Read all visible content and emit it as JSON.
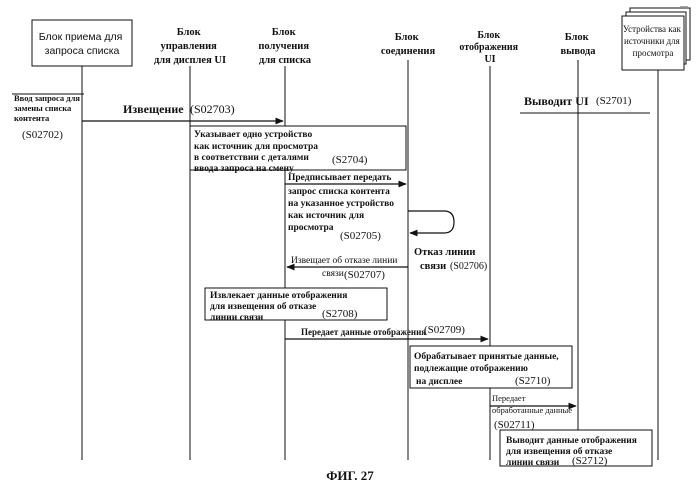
{
  "blocks": {
    "list_request": [
      "Блок приема для",
      "запроса списка"
    ],
    "ui_control": [
      "Блок",
      "управления",
      "для дисплея UI"
    ],
    "list_acquire": [
      "Блок",
      "получения",
      "для списка"
    ],
    "connection": [
      "Блок",
      "соединения"
    ],
    "display": [
      "Блок",
      "отображения",
      "UI"
    ],
    "output": [
      "Блок",
      "вывода"
    ],
    "devices": [
      "Устройства как",
      "источники для",
      "просмотра"
    ]
  },
  "steps": {
    "input_request": [
      "Ввод запроса для",
      "замены списка",
      "контента"
    ],
    "input_request_id": "(S02702)",
    "notify": "Извещение",
    "notify_id": "(S02703)",
    "outputs_ui": "Выводит UI",
    "outputs_ui_id": "(S2701)",
    "designate": [
      "Указывает одно устройство",
      "как источник для просмотра",
      "в соответствии с деталями",
      "ввода запроса на смену"
    ],
    "designate_id": "(S2704)",
    "instruct": [
      "Предписывает передать",
      "запрос списка контента",
      "на указанное устройство",
      "как источник для",
      "просмотра"
    ],
    "instruct_id": "(S02705)",
    "link_failure": [
      "Отказ линии",
      "связи"
    ],
    "link_failure_id": "(S02706)",
    "notify_failure": [
      "Извещает об отказе линии",
      "связи"
    ],
    "notify_failure_id": "(S02707)",
    "extract": [
      "Извлекает данные отображения",
      "для извещения об отказе",
      "линии связи"
    ],
    "extract_id": "(S2708)",
    "send_display": "Передает данные отображения",
    "send_display_id": "(S02709)",
    "process": [
      "Обрабатывает принятые данные,",
      "подлежащие отображению",
      "на дисплее"
    ],
    "process_id": "(S2710)",
    "send_processed": [
      "Передает",
      "обработанные данные"
    ],
    "send_processed_id": "(S02711)",
    "output_failure": [
      "Выводит данные отображения",
      "для извещения об отказе",
      "линии связи"
    ],
    "output_failure_id": "(S2712)"
  },
  "caption": "ФИГ. 27"
}
